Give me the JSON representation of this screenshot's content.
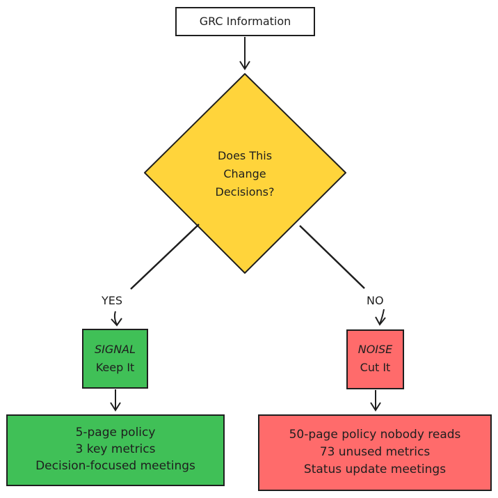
{
  "nodes": {
    "start": {
      "label": "GRC Information"
    },
    "decision": {
      "lines": [
        "Does This",
        "Change",
        "Decisions?"
      ]
    },
    "signal": {
      "lines": [
        "SIGNAL",
        "Keep It"
      ]
    },
    "noise": {
      "lines": [
        "NOISE",
        "Cut It"
      ]
    },
    "signal_detail": {
      "lines": [
        "5-page policy",
        "3 key metrics",
        "Decision-focused meetings"
      ]
    },
    "noise_detail": {
      "lines": [
        "50-page policy nobody reads",
        "73 unused metrics",
        "Status update meetings"
      ]
    }
  },
  "edges": {
    "yes_label": "YES",
    "no_label": "NO"
  },
  "colors": {
    "decision_fill": "#ffd43b",
    "signal_fill": "#40c057",
    "noise_fill": "#ff6b6b",
    "stroke": "#1e1e1e",
    "background": "#ffffff"
  }
}
